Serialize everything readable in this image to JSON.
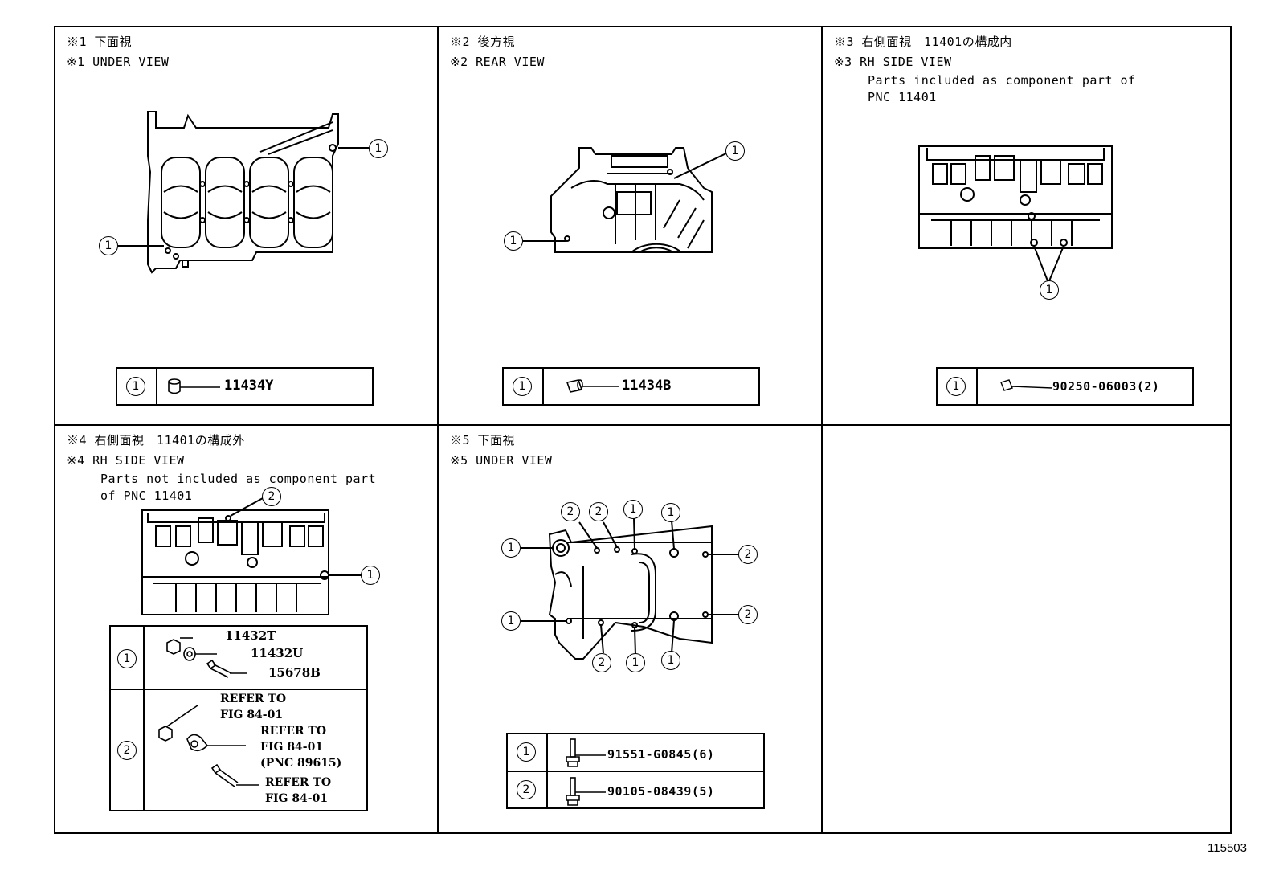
{
  "panels": {
    "p1": {
      "line1": "※1 下面視",
      "line2": "※1 UNDER VIEW"
    },
    "p2": {
      "line1": "※2 後方視",
      "line2": "※2 REAR VIEW"
    },
    "p3": {
      "line1": "※3 右側面視　11401の構成内",
      "line2": "※3 RH SIDE VIEW",
      "line3": "Parts included as component part of",
      "line4": "PNC 11401"
    },
    "p4": {
      "line1": "※4 右側面視　11401の構成外",
      "line2": "※4 RH SIDE VIEW",
      "line3": "Parts not included as component part",
      "line4": "of PNC 11401"
    },
    "p5": {
      "line1": "※5 下面視",
      "line2": "※5 UNDER VIEW"
    }
  },
  "callouts": {
    "one": "1",
    "two": "2"
  },
  "legends": {
    "p1": {
      "part": "11434Y"
    },
    "p2": {
      "part": "11434B"
    },
    "p3": {
      "part": "90250-06003(2)"
    },
    "p4": {
      "parts1": [
        "11432T",
        "11432U",
        "15678B"
      ],
      "refer": [
        "REFER TO",
        "FIG 84-01",
        "REFER TO",
        "FIG 84-01",
        "(PNC 89615)",
        "REFER TO",
        "FIG 84-01"
      ]
    },
    "p5": {
      "part1": "91551-G0845(6)",
      "part2": "90105-08439(5)"
    }
  },
  "doc_id": "115503"
}
